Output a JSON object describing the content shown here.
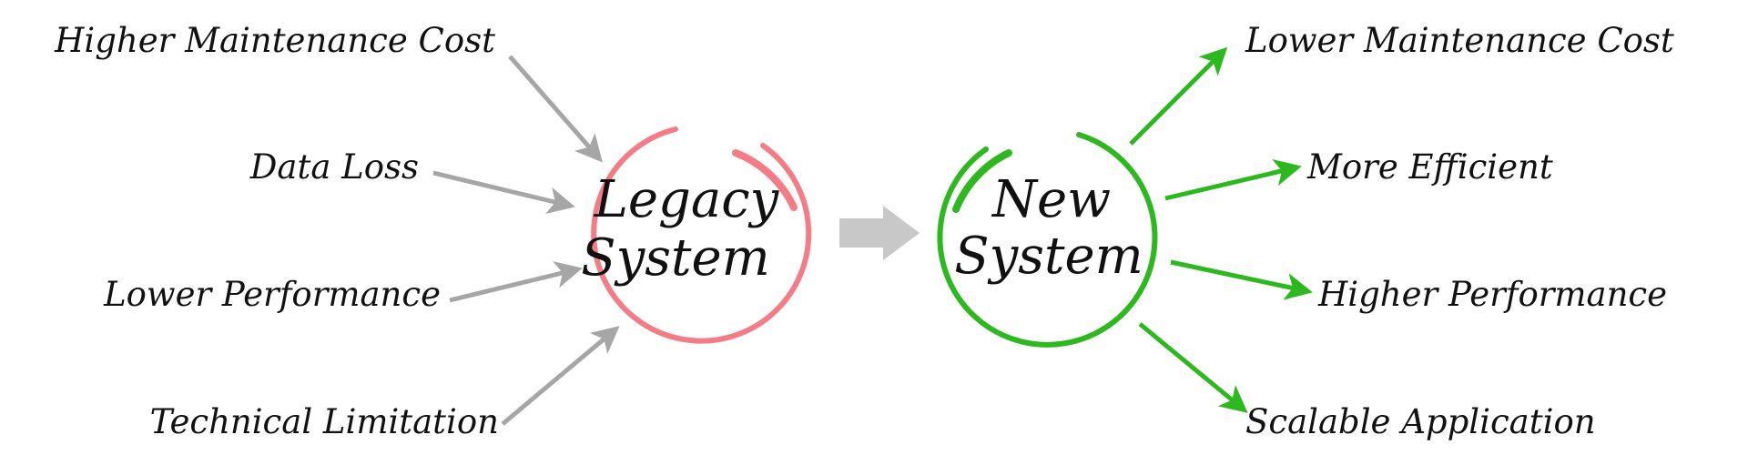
{
  "left": {
    "title_line1": "Legacy",
    "title_line2": "System",
    "items": [
      "Higher Maintenance Cost",
      "Data Loss",
      "Lower Performance",
      "Technical Limitation"
    ]
  },
  "right": {
    "title_line1": "New",
    "title_line2": "System",
    "items": [
      "Lower Maintenance Cost",
      "More Efficient",
      "Higher Performance",
      "Scalable Application"
    ]
  },
  "colors": {
    "legacy_circle": "#f47c86",
    "new_circle": "#2db81f",
    "gray_arrow": "#a6a6a6",
    "green_arrow": "#2db81f",
    "center_arrow": "#c8c8c8",
    "text": "#111111"
  }
}
